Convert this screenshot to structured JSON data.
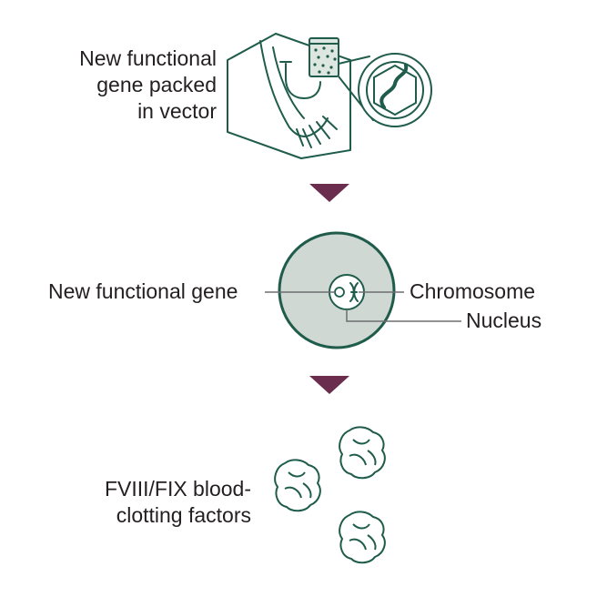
{
  "step1": {
    "label_lines": [
      "New functional",
      "gene packed",
      "in vector"
    ]
  },
  "step2": {
    "gene_label": "New functional gene",
    "chromosome_label": "Chromosome",
    "nucleus_label": "Nucleus"
  },
  "step3": {
    "label_lines": [
      "FVIII/FIX blood-",
      "clotting factors"
    ]
  },
  "colors": {
    "teal": "#1f5c4b",
    "cell_fill": "#cfd8d3",
    "arrow": "#6b2d4e",
    "text": "#231f20",
    "leader": "#6d6e71"
  }
}
